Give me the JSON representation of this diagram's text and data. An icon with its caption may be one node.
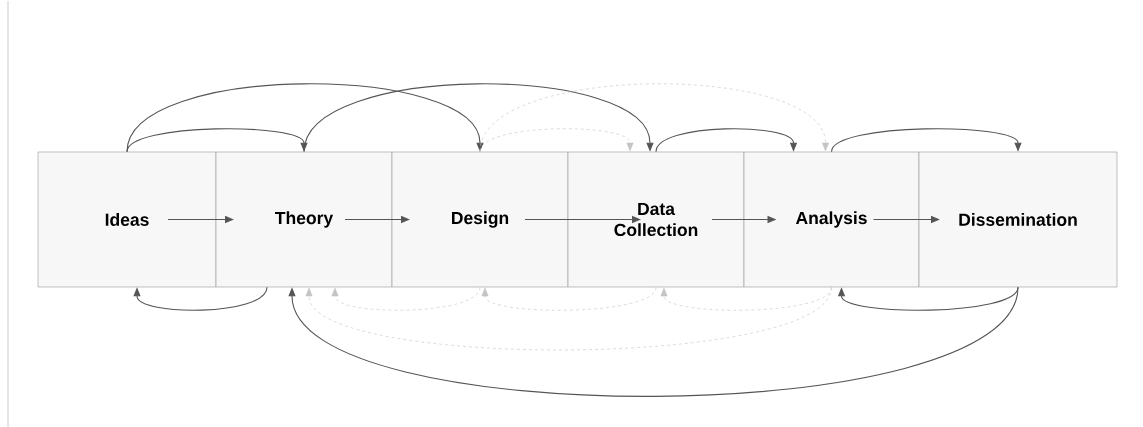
{
  "diagram": {
    "nodes": [
      {
        "text": [
          "Ideas"
        ]
      },
      {
        "text": [
          "Theory"
        ]
      },
      {
        "text": [
          "Design"
        ]
      },
      {
        "text": [
          "Data Collection"
        ]
      },
      {
        "text": [
          "Analysis"
        ]
      },
      {
        "text": [
          "Dissemination"
        ]
      }
    ],
    "edges": [
      {
        "from": 0,
        "to": 1,
        "arrow": "to"
      },
      {
        "from": 1,
        "to": 2,
        "arrow": "to"
      },
      {
        "from": 2,
        "to": 3,
        "arrow": "to"
      },
      {
        "from": 3,
        "to": 4,
        "arrow": "to"
      },
      {
        "from": 4,
        "to": 5,
        "arrow": "to"
      },
      {
        "from": 0,
        "to": 1,
        "arrow": "to"
      },
      {
        "from": 0,
        "to": 2,
        "arrow": "to"
      },
      {
        "from": 1,
        "to": 3,
        "arrow": "to"
      },
      {
        "from": 2,
        "to": 3,
        "arrow": "to",
        "style": "dashed",
        "color": "#c4c4c4"
      },
      {
        "from": 2,
        "to": 4,
        "arrow": "to",
        "style": "dashed",
        "color": "#c4c4c4"
      },
      {
        "from": 3,
        "to": 4,
        "arrow": "to"
      },
      {
        "from": 4,
        "to": 5,
        "arrow": "to"
      },
      {
        "from": 1,
        "to": 0,
        "arrow": "to"
      },
      {
        "from": 2,
        "to": 1,
        "arrow": "to",
        "style": "dashed",
        "color": "#c4c4c4"
      },
      {
        "from": 3,
        "to": 2,
        "arrow": "to",
        "style": "dashed",
        "color": "#c4c4c4"
      },
      {
        "from": 4,
        "to": 3,
        "arrow": "to",
        "style": "dashed",
        "color": "#c4c4c4"
      },
      {
        "from": 4,
        "to": 1,
        "arrow": "to",
        "style": "dashed",
        "color": "#c4c4c4"
      },
      {
        "from": 5,
        "to": 4,
        "arrow": "to"
      },
      {
        "from": 5,
        "to": 1,
        "arrow": "to"
      }
    ]
  }
}
